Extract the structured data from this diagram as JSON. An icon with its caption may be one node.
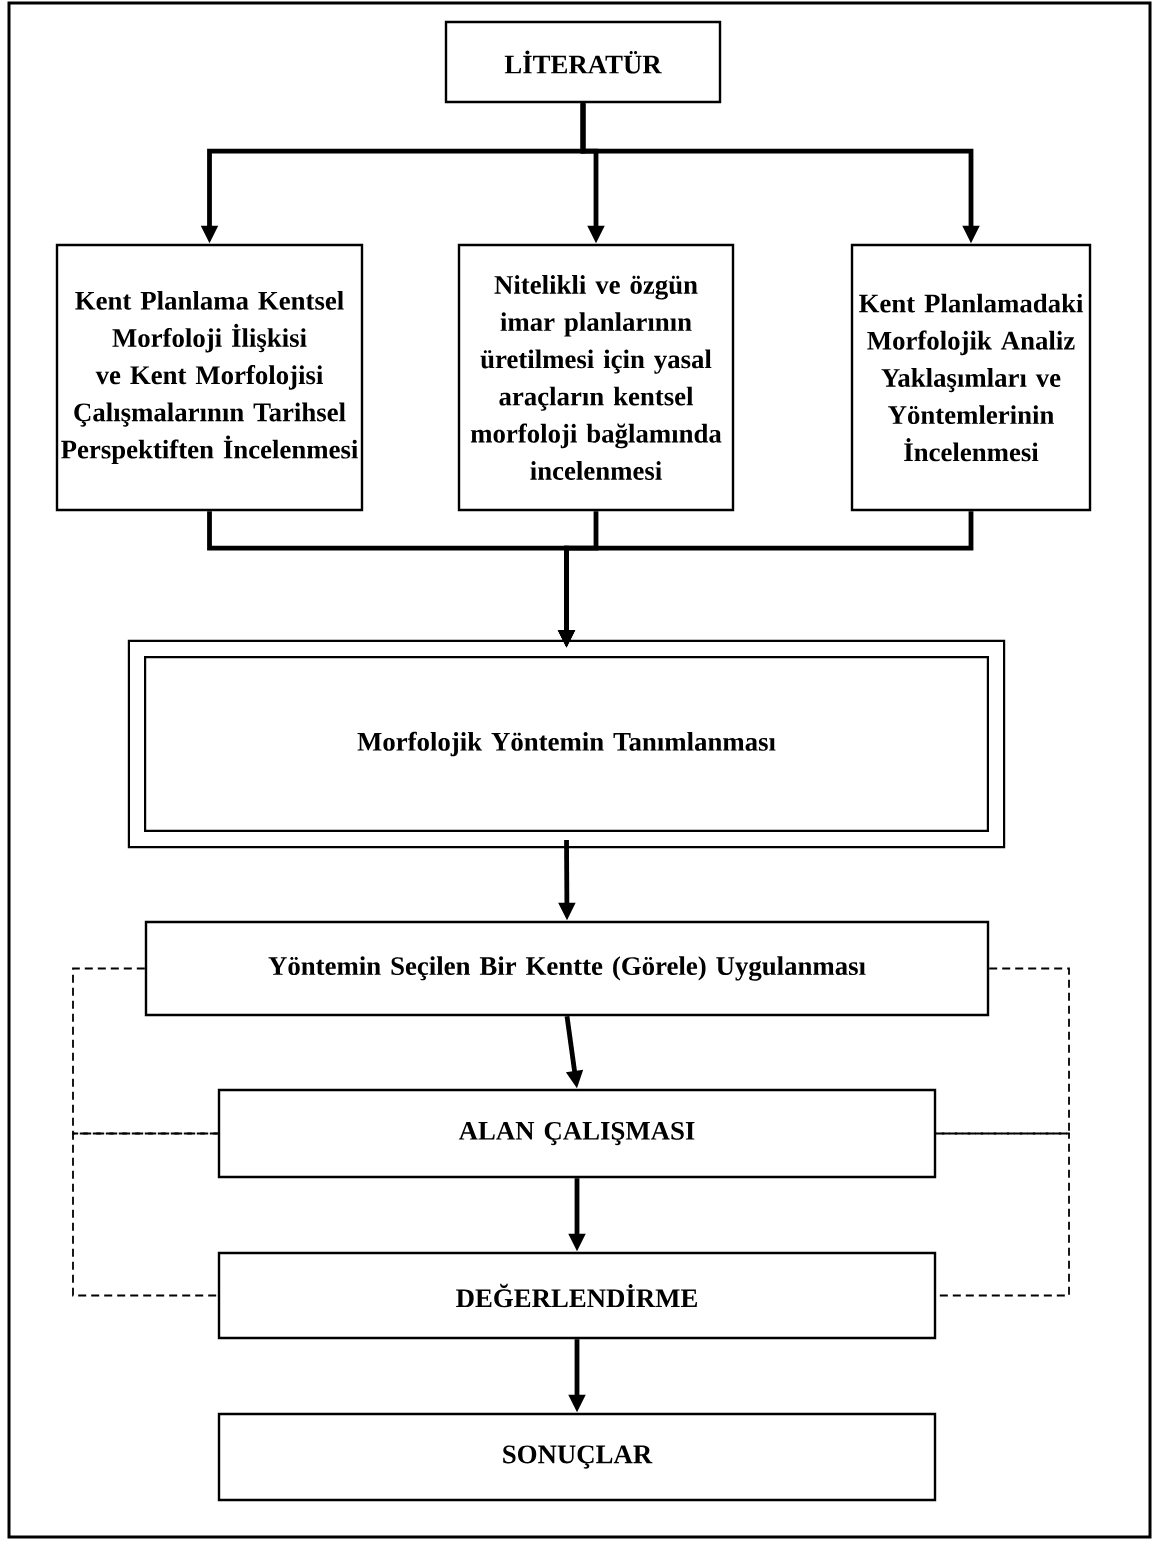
{
  "diagram": {
    "nodes": [
      {
        "text": [
          "LİTERATÜR"
        ]
      },
      {
        "text": [
          "Kent Planlama Kentsel Morfoloji İlişkisi ve Kent Morfolojisi Çalışmalarının Tarihsel Perspektiften İncelenmesi"
        ]
      },
      {
        "text": [
          "Nitelikli ve özgün imar planlarının üretilmesi için yasal araçların kentsel morfoloji bağlamında incelenmesi"
        ]
      },
      {
        "text": [
          "Kent Planlamadaki Morfolojik Analiz Yaklaşımları ve Yöntemlerinin İncelenmesi"
        ]
      },
      {
        "text": [
          "Morfolojik Yöntemin Tanımlanması"
        ]
      },
      {
        "text": [
          "Yöntemin Seçilen Bir Kentte (Görele) Uygulanması"
        ]
      },
      {
        "text": [
          "ALAN ÇALIŞMASI"
        ]
      },
      {
        "text": [
          "DEĞERLENDİRME"
        ]
      },
      {
        "text": [
          "SONUÇLAR"
        ]
      }
    ],
    "edges": [
      {
        "from": 0,
        "to": 1,
        "arrow": "to"
      },
      {
        "from": 0,
        "to": 2,
        "arrow": "to"
      },
      {
        "from": 0,
        "to": 3,
        "arrow": "to"
      },
      {
        "from": 1,
        "to": 4,
        "arrow": "to"
      },
      {
        "from": 2,
        "to": 4,
        "arrow": "to"
      },
      {
        "from": 3,
        "to": 4,
        "arrow": "to"
      },
      {
        "from": 4,
        "to": 5,
        "arrow": "to"
      },
      {
        "from": 5,
        "to": 6,
        "arrow": "to"
      },
      {
        "from": 6,
        "to": 7,
        "arrow": "to"
      },
      {
        "from": 7,
        "to": 8,
        "arrow": "to"
      },
      {
        "from": 5,
        "to": 6,
        "arrow": "none",
        "style": "dashed"
      },
      {
        "from": 6,
        "to": 7,
        "arrow": "none",
        "style": "dashed"
      },
      {
        "from": 5,
        "to": 6,
        "arrow": "none",
        "style": "dashed"
      },
      {
        "from": 6,
        "to": 7,
        "arrow": "none",
        "style": "dashed"
      }
    ]
  }
}
